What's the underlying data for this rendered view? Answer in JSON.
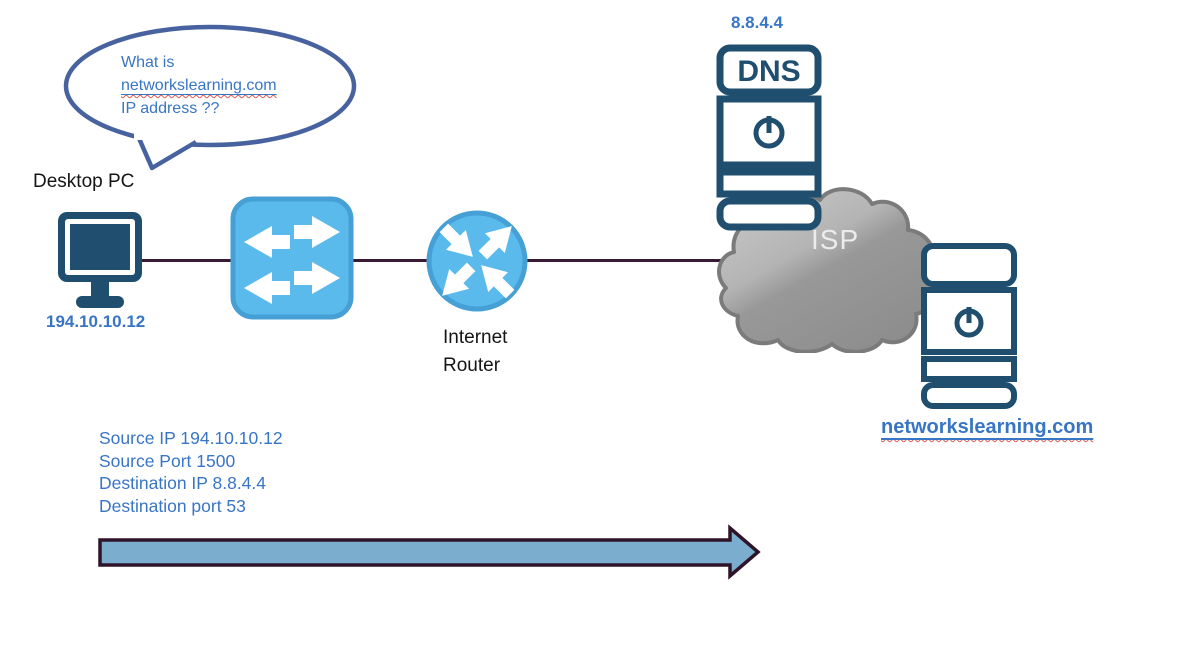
{
  "speech_bubble": {
    "line1": "What is",
    "line2": "networkslearning.com",
    "line3": "IP address ??"
  },
  "desktop_pc": {
    "label": "Desktop PC",
    "ip": "194.10.10.12"
  },
  "internet_router": {
    "label_line1": "Internet",
    "label_line2": "Router"
  },
  "dns_server": {
    "ip": "8.8.4.4",
    "name": "DNS"
  },
  "isp_cloud": {
    "label": "ISP"
  },
  "web_server": {
    "domain": "networkslearning.com"
  },
  "dns_query_packet": {
    "source_ip": "Source IP 194.10.10.12",
    "source_port": "Source Port 1500",
    "destination_ip": "Destination IP 8.8.4.4",
    "destination_port": "Destination port 53"
  },
  "icons": {
    "desktop_pc": "desktop-monitor-icon",
    "switch": "lan-switch-icon",
    "router": "router-icon",
    "cloud": "isp-cloud-icon",
    "dns_server": "server-tower-icon",
    "web_server": "server-tower-icon",
    "power": "power-icon",
    "flow_arrow": "right-flow-arrow-icon"
  },
  "colors": {
    "device_dark": "#1F4E6E",
    "cisco_blue": "#5ABAEC",
    "cisco_blue_border": "#46A0D6",
    "link_line": "#3A1A33",
    "text_blue": "#3875C5",
    "bubble_border": "#47629F",
    "flow_arrow_fill": "#7BAECE",
    "flow_arrow_border": "#2E1428",
    "cloud_gray_light": "#CACACA",
    "cloud_gray_dark": "#8F8F8F",
    "isp_text": "#ECECEC",
    "spellcheck_red": "#E05A50"
  }
}
